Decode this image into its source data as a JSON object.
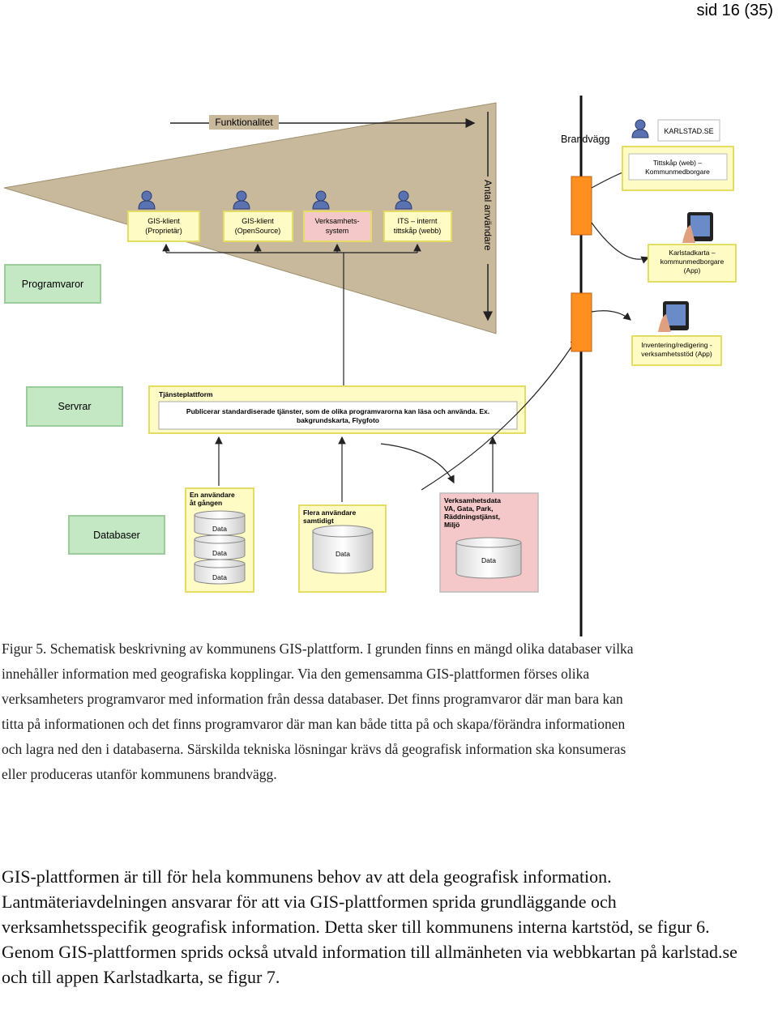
{
  "page_number": "sid 16 (35)",
  "diagram": {
    "funktionalitet": "Funktionalitet",
    "antal_anvandare": "Antal användare",
    "brandvagg": "Brandvägg",
    "clients": [
      {
        "line1": "GIS-klient",
        "line2": "(Proprietär)"
      },
      {
        "line1": "GIS-klient",
        "line2": "(OpenSource)"
      },
      {
        "line1": "Verksamhets-",
        "line2": "system"
      },
      {
        "line1": "ITS – internt",
        "line2": "tittskåp (webb)"
      }
    ],
    "programvaror": "Programvaror",
    "servrar": "Servrar",
    "databaser": "Databaser",
    "tjansteplattform_title": "Tjänsteplattform",
    "tjansteplattform_line1": "Publicerar standardiserade tjänster, som de olika programvarorna kan läsa och använda. Ex.",
    "tjansteplattform_line2": "bakgrundskarta, Flygfoto",
    "db_single_label": [
      "En användare",
      "åt gången"
    ],
    "db_multi_label": [
      "Flera användare",
      "samtidigt"
    ],
    "db_business_label": [
      "Verksamhetsdata",
      "VA, Gata, Park,",
      "Räddningstjänst,",
      "Miljö"
    ],
    "data_label": "Data",
    "karlstad_se": "KARLSTAD.SE",
    "tittskap_web": [
      "Tittskåp (web) –",
      "Kommunmedborgare"
    ],
    "karlstadkarta": [
      "Karlstadkarta –",
      "kommunmedborgare",
      "(App)"
    ],
    "inventering": [
      "Inventering/redigering -",
      "verksamhetsstöd (App)"
    ],
    "colors": {
      "triangle": "#c8b89c",
      "green": "#c4e8c4",
      "green_border": "#9ccc9c",
      "yellow": "#fffbc4",
      "yellow_border": "#e4dc64",
      "pink": "#f4c8c8",
      "orange": "#ff9020"
    }
  },
  "caption": "Figur 5. Schematisk beskrivning av kommunens GIS-plattform. I grunden finns en mängd olika databaser vilka innehåller information med geografiska kopplingar. Via den gemensamma GIS-plattformen förses olika verksamheters programvaror med information från dessa databaser. Det finns programvaror där man bara kan titta på informationen och det finns programvaror där man kan både titta på och skapa/förändra informationen och lagra ned den i databaserna. Särskilda tekniska lösningar krävs då geografisk information ska konsumeras eller produceras utanför kommunens brandvägg.",
  "body": "GIS-plattformen är till för hela kommunens behov av att dela geografisk information. Lantmäteriavdelningen ansvarar för att via GIS-plattformen sprida grundläggande och verksamhetsspecifik geografisk information. Detta sker till kommunens interna kartstöd, se figur 6.  Genom GIS-plattformen sprids också utvald information till allmänheten via webbkartan på karlstad.se och till appen Karlstadkarta, se figur 7."
}
